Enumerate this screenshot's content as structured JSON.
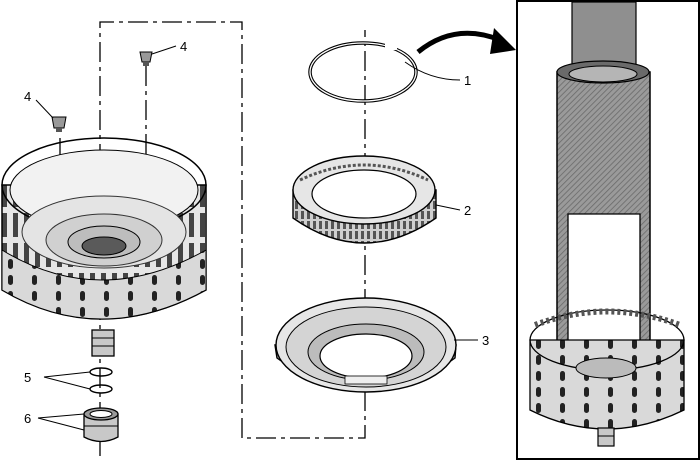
{
  "diagram": {
    "callouts": [
      {
        "id": "snap-ring",
        "label": "1"
      },
      {
        "id": "piston-seal-assembly",
        "label": "2"
      },
      {
        "id": "piston",
        "label": "3"
      },
      {
        "id": "plug-upper",
        "label": "4"
      },
      {
        "id": "plug-left",
        "label": "4"
      },
      {
        "id": "o-rings",
        "label": "5"
      },
      {
        "id": "seal-rings",
        "label": "6"
      }
    ]
  }
}
